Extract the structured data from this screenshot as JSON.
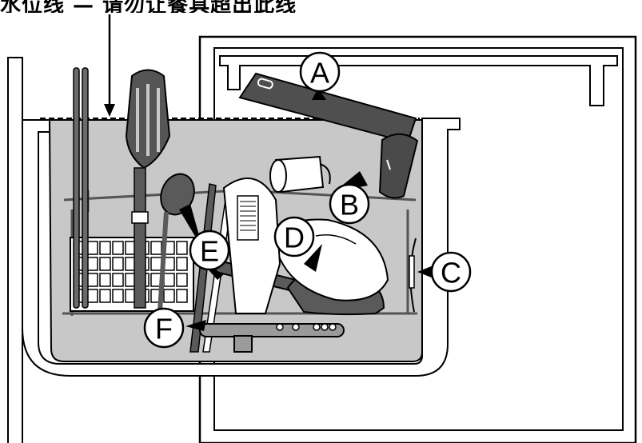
{
  "caption": "水位线 — 请勿让餐具超出此线",
  "callouts": {
    "a": "A",
    "b": "B",
    "c": "C",
    "d": "D",
    "e": "E",
    "f": "F"
  },
  "colors": {
    "water": "#c8c8c8",
    "line": "#000000",
    "dark_item": "#5a5a5a",
    "light_item": "#ffffff",
    "mid_item": "#9a9a9a"
  }
}
